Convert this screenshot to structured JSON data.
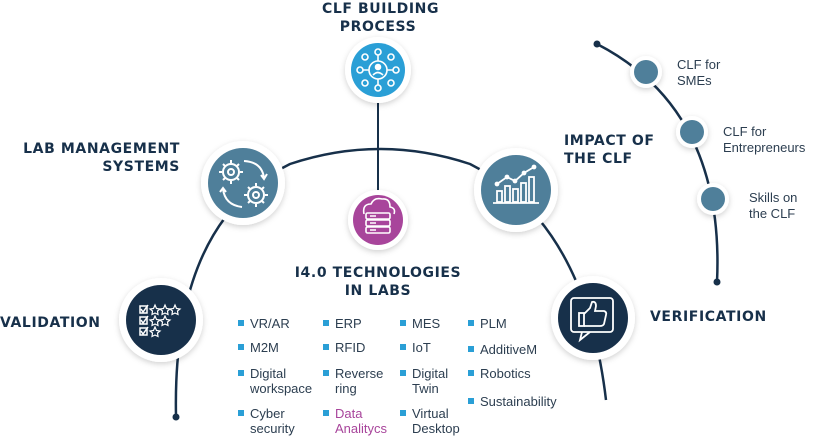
{
  "diagram": {
    "headings": {
      "clf_building_process": [
        "CLF BUILDING",
        "PROCESS"
      ],
      "lab_management_systems": [
        "LAB MANAGEMENT",
        "SYSTEMS"
      ],
      "impact_of_clf": [
        "IMPACT OF",
        "THE CLF"
      ],
      "i40_technologies": [
        "I4.0 TECHNOLOGIES",
        "IN LABS"
      ],
      "validation": "VALIDATION",
      "verification": "VERIFICATION"
    },
    "technologies": {
      "col1": [
        [
          "VR/AR"
        ],
        [
          "M2M"
        ],
        [
          "Digital",
          "workspace"
        ],
        [
          "Cyber",
          "security"
        ]
      ],
      "col2": [
        [
          "ERP"
        ],
        [
          "RFID"
        ],
        [
          "Reverse",
          "ring"
        ],
        [
          "Data",
          "Analitycs"
        ]
      ],
      "col3": [
        [
          "MES"
        ],
        [
          "IoT"
        ],
        [
          "Digital",
          "Twin"
        ],
        [
          "Virtual",
          "Desktop"
        ]
      ],
      "col4": [
        [
          "PLM"
        ],
        [
          "AdditiveM"
        ],
        [
          "Robotics"
        ],
        [
          "Sustainability"
        ]
      ]
    },
    "side_items": [
      [
        "CLF for",
        "SMEs"
      ],
      [
        "CLF for",
        "Entrepreneurs"
      ],
      [
        "Skills on",
        "the CLF"
      ]
    ],
    "colors": {
      "navy": "#17304a",
      "steel_blue": "#4f7f9a",
      "cyan": "#2a9fd6",
      "magenta": "#a8459b",
      "bullet": "#2a9fd6"
    },
    "icons": {
      "clf_building_process": "network-people-icon",
      "lab_management_systems": "gears-cycle-icon",
      "i40_technologies": "cloud-server-icon",
      "impact_of_clf": "bar-chart-growth-icon",
      "validation": "star-rating-checklist-icon",
      "verification": "thumbs-up-icon"
    }
  }
}
